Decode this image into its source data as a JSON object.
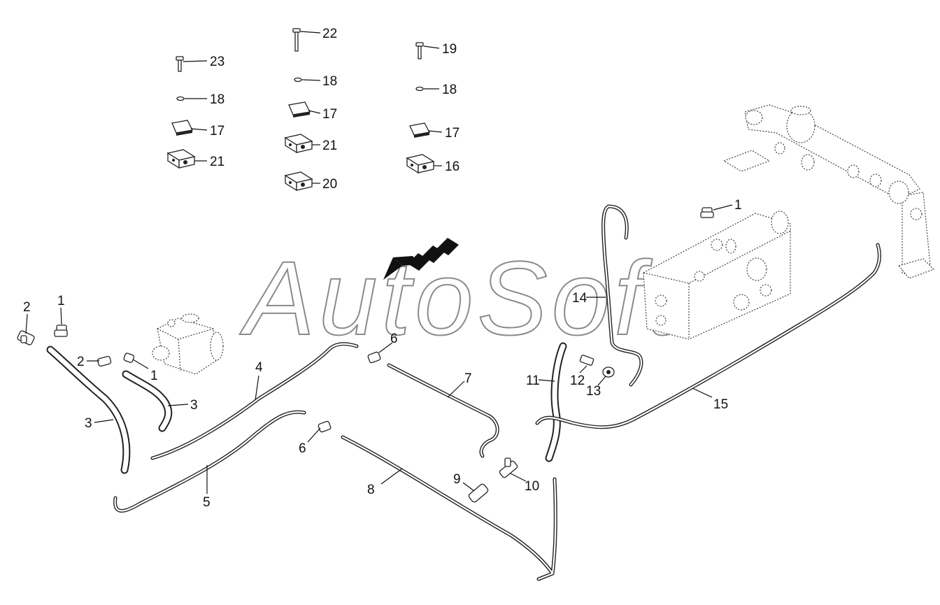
{
  "watermark": "AutoSoft",
  "labels": {
    "part_1": "1",
    "part_2": "2",
    "part_3": "3",
    "part_4": "4",
    "part_5": "5",
    "part_6": "6",
    "part_7": "7",
    "part_8": "8",
    "part_9": "9",
    "part_10": "10",
    "part_11": "11",
    "part_12": "12",
    "part_13": "13",
    "part_14": "14",
    "part_15": "15",
    "part_16": "16",
    "part_17": "17",
    "part_18": "18",
    "part_19": "19",
    "part_20": "20",
    "part_21": "21",
    "part_22": "22",
    "part_23": "23"
  }
}
